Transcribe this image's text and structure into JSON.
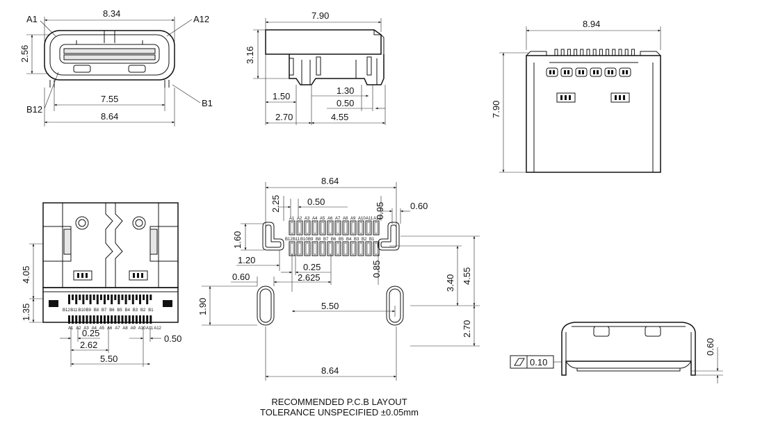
{
  "front_view": {
    "dims": {
      "top_width": "8.34",
      "height": "2.56",
      "inner_width": "7.55",
      "overall_width": "8.64"
    },
    "labels": {
      "a1": "A1",
      "a12": "A12",
      "b12": "B12",
      "b1": "B1"
    }
  },
  "side_view": {
    "dims": {
      "length": "7.90",
      "height": "3.16",
      "d150": "1.50",
      "d130": "1.30",
      "d050": "0.50",
      "d270": "2.70",
      "d455": "4.55"
    }
  },
  "top_view": {
    "dims": {
      "width": "8.94",
      "length": "7.90"
    }
  },
  "bottom_view": {
    "dims": {
      "d405": "4.05",
      "d135": "1.35",
      "d025": "0.25",
      "d050": "0.50",
      "d262": "2.62",
      "d550": "5.50"
    },
    "pin_labels_top": [
      "B12",
      "B11",
      "B10",
      "B9",
      "B8",
      "B7",
      "B6",
      "B5",
      "B4",
      "B3",
      "B2",
      "B1"
    ],
    "pin_labels_bottom": [
      "A1",
      "A2",
      "A3",
      "A4",
      "A5",
      "A6",
      "A7",
      "A8",
      "A9",
      "A10",
      "A11",
      "A12"
    ]
  },
  "pcb_layout": {
    "dims": {
      "top_width": "8.64",
      "d225": "2.25",
      "d050": "0.50",
      "d095": "0.95",
      "d060r": "0.60",
      "d160": "1.60",
      "d120": "1.20",
      "d025": "0.25",
      "d2625": "2.625",
      "d085": "0.85",
      "d340": "3.40",
      "d455": "4.55",
      "d060l": "0.60",
      "d190": "1.90",
      "d550": "5.50",
      "d270": "2.70",
      "bottom_width": "8.64"
    },
    "pin_labels_top": [
      "A1",
      "A2",
      "A3",
      "A4",
      "A5",
      "A6",
      "A7",
      "A8",
      "A9",
      "A10",
      "A11",
      "A12"
    ],
    "pin_labels_bottom": [
      "B12",
      "B11",
      "B10",
      "B9",
      "B8",
      "B7",
      "B6",
      "B5",
      "B4",
      "B3",
      "B2",
      "B1"
    ]
  },
  "end_view": {
    "dims": {
      "height": "0.60"
    },
    "flatness": {
      "value": "0.10",
      "symbol": "flatness-symbol"
    }
  },
  "notes": {
    "line1": "RECOMMENDED P.C.B LAYOUT",
    "line2": "TOLERANCE UNSPECIFIED ±0.05mm"
  }
}
